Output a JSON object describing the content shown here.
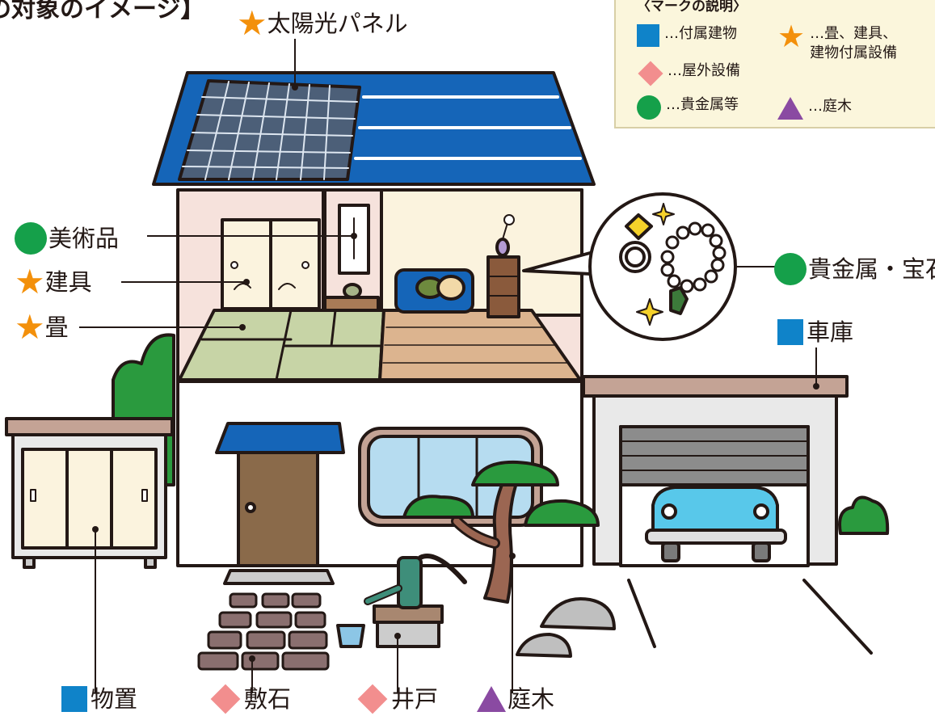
{
  "title": "の対象のイメージ】",
  "legend": {
    "title": "〈マークの説明〉",
    "items": {
      "attached_building": "…付属建物",
      "outdoor_equipment": "…屋外設備",
      "precious_metals": "…貴金属等",
      "fixtures": "…畳、建具、\n建物付属設備",
      "garden_trees": "…庭木"
    }
  },
  "labels": {
    "solar_panel": "太陽光パネル",
    "art": "美術品",
    "fittings": "建具",
    "tatami": "畳",
    "jewelry": "貴金属・宝石",
    "garage": "車庫",
    "storage": "物置",
    "paving": "敷石",
    "well": "井戸",
    "tree": "庭木"
  },
  "colors": {
    "attached_building": "#0f83c9",
    "outdoor_equipment": "#f28e8e",
    "precious_metals": "#15a04a",
    "fixtures": "#f3900b",
    "garden_trees": "#8a4aa2",
    "roof": "#1565b8",
    "wall": "#ffffff",
    "outline": "#231815"
  },
  "icons": {
    "square": "blue-square-icon",
    "diamond": "pink-diamond-icon",
    "circle": "green-circle-icon",
    "star": "orange-star-icon",
    "triangle": "purple-triangle-icon"
  }
}
